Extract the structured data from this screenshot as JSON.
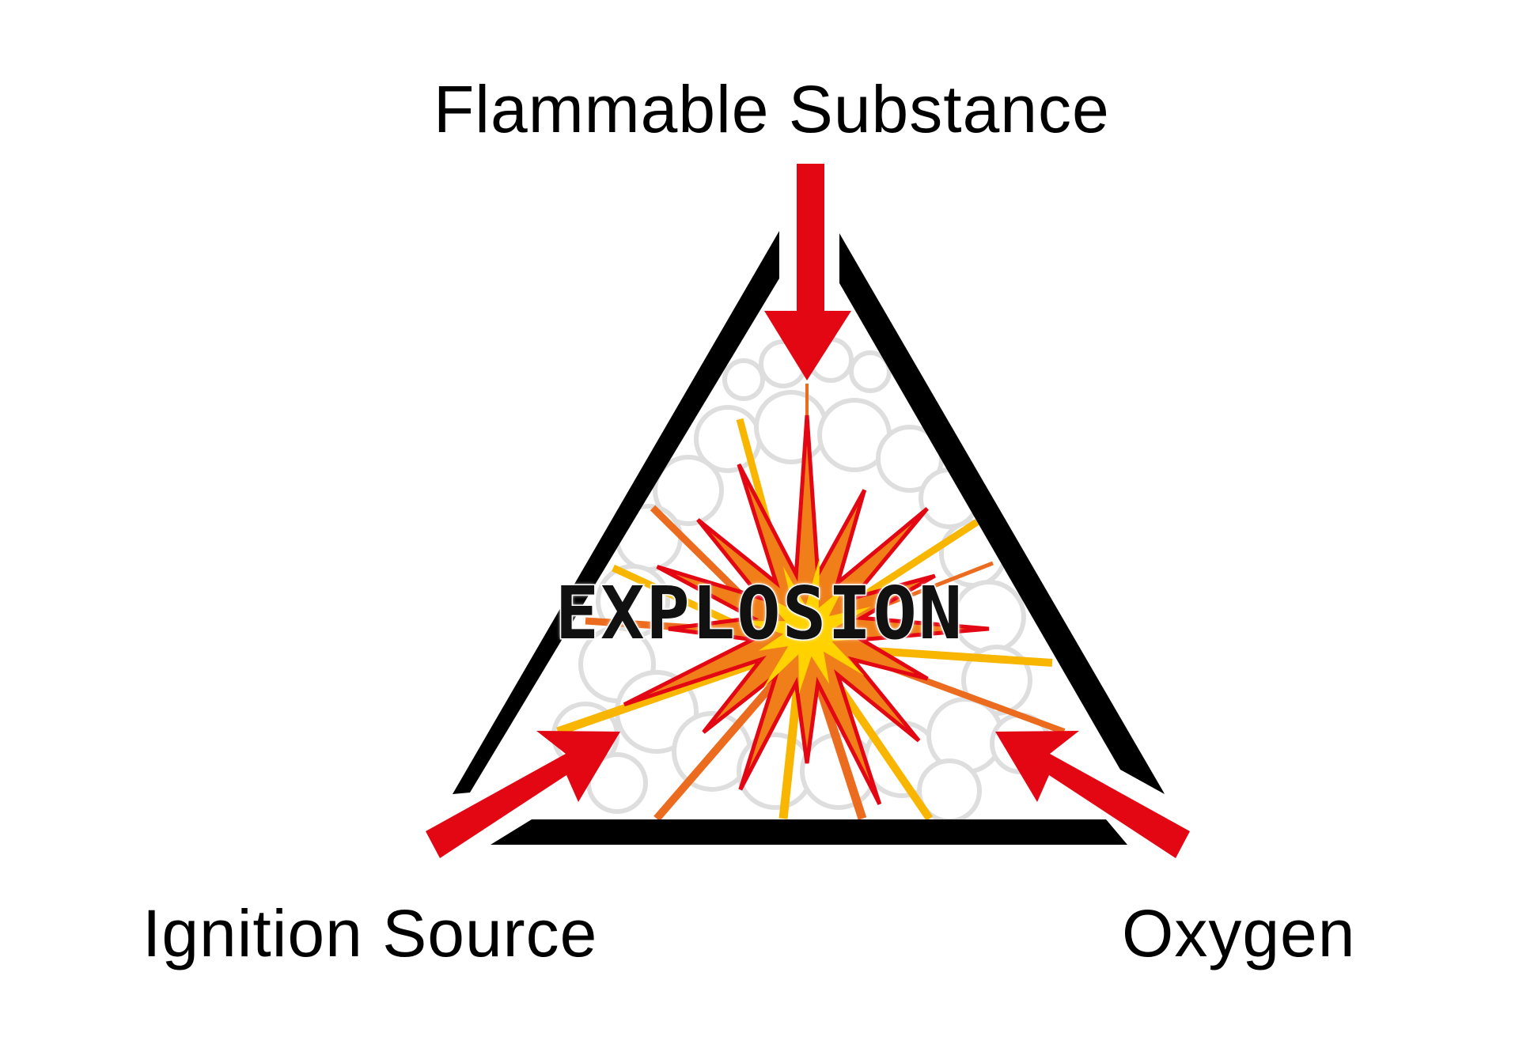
{
  "labels": {
    "top": "Flammable Substance",
    "left": "Ignition Source",
    "right": "Oxygen",
    "center": "EXPLOSION"
  },
  "colors": {
    "triangle": "#000000",
    "arrow": "#e30613",
    "burst_orange": "#f07f1a",
    "burst_red": "#e30613",
    "burst_yellow": "#ffd200",
    "ray_orange": "#ec6c1f",
    "ray_yellow": "#f8b600",
    "smoke": "#dddddd",
    "text": "#000000"
  },
  "icons": {
    "top_arrow": "arrow-down-icon",
    "left_arrow": "arrow-up-right-icon",
    "right_arrow": "arrow-up-left-icon",
    "burst": "explosion-burst-icon"
  }
}
